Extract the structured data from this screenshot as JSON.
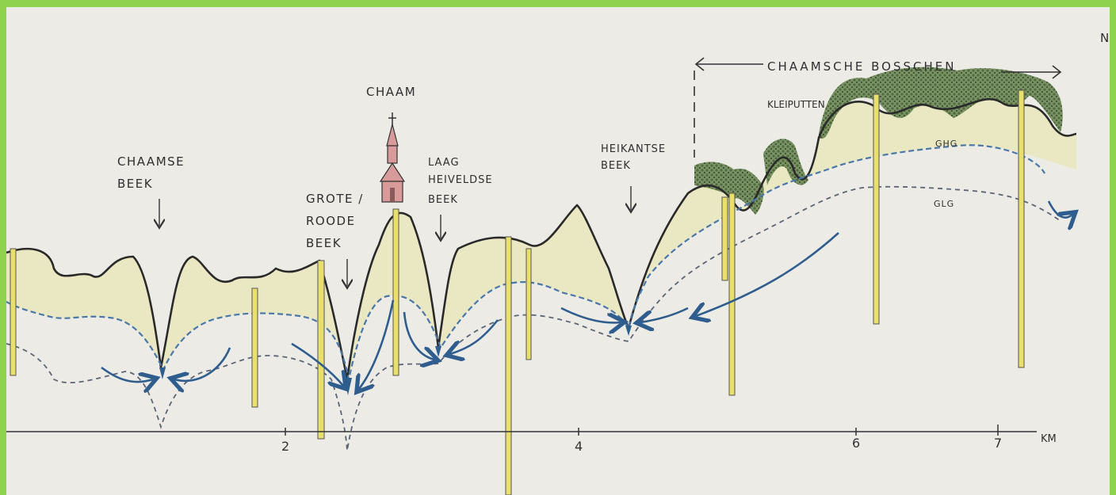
{
  "labels": {
    "chaamse_beek": [
      "CHAAMSE",
      "BEEK"
    ],
    "grote_roode_beek": [
      "GROTE /",
      "ROODE",
      "BEEK"
    ],
    "chaam": "CHAAM",
    "laag_heiveldse_beek": [
      "LAAG",
      "HEIVELDSE",
      "BEEK"
    ],
    "heikantse_beek": [
      "HEIKANTSE",
      "BEEK"
    ],
    "chaamsche_bosschen": "CHAAMSCHE BOSSCHEN",
    "kleiputten": "KLEIPUTTEN",
    "ghg": "GHG",
    "glg": "GLG",
    "north": "N"
  },
  "axis": {
    "ticks": [
      "2",
      "4",
      "6",
      "7"
    ],
    "unit": "KM"
  },
  "colors": {
    "background": "#8fd24d",
    "paper": "#ecebe6",
    "terrain_line": "#2a2a2a",
    "sand_fill": "#e9e7b6",
    "forest": "#4f6b3c",
    "ghg_line": "#4a78a8",
    "glg_line": "#5d6478",
    "flow_arrow": "#2f5d8e",
    "wells": "#e8e06a"
  }
}
